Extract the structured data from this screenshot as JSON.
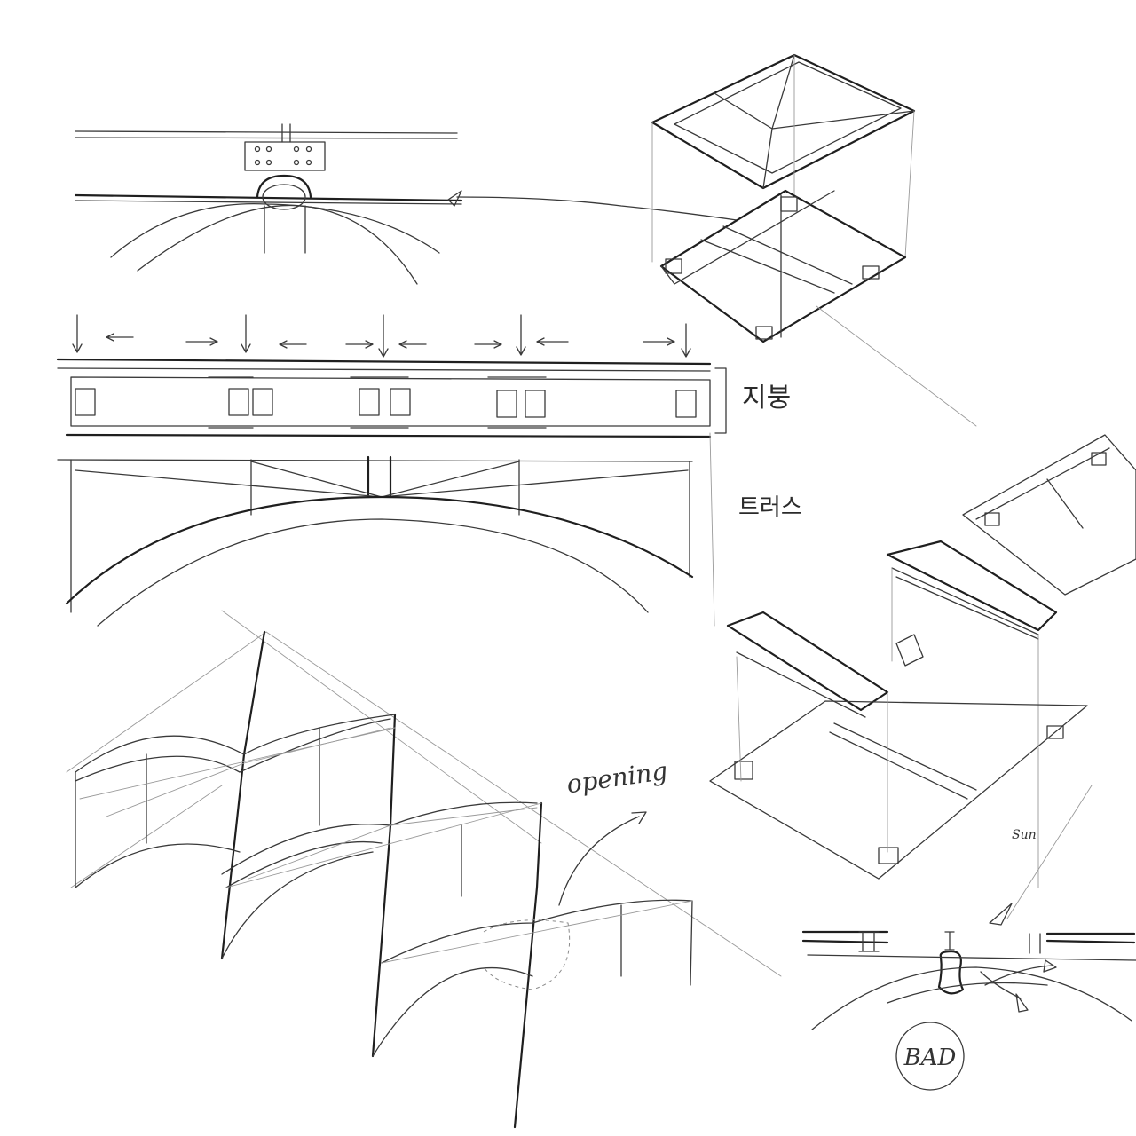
{
  "labels": {
    "roof": "지붕",
    "truss": "트러스",
    "opening": "opening",
    "sun": "Sun",
    "bad": "BAD"
  },
  "icons": {
    "down_arrow": "down-arrow-icon",
    "horizontal_arrow": "horizontal-arrow-icon",
    "sun_arrow": "arrow-icon"
  }
}
